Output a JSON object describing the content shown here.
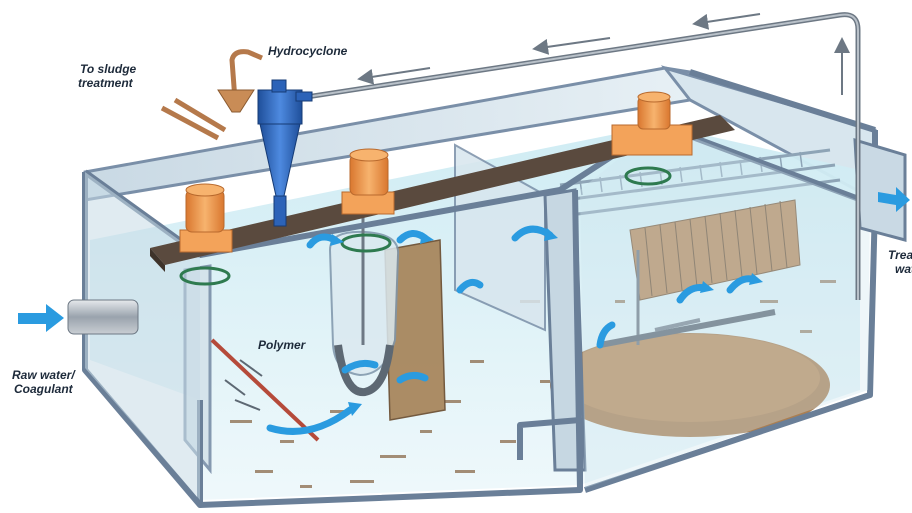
{
  "labels": {
    "hydrocyclone": "Hydrocyclone",
    "sludge_line1": "To sludge",
    "sludge_line2": "treatment",
    "raw_line1": "Raw water/",
    "raw_line2": "Coagulant",
    "polymer": "Polymer",
    "treated_line1": "Treated",
    "treated_line2": "water"
  },
  "colors": {
    "tank_frame": "#7a8fa8",
    "water": "#bfe3ee",
    "beam": "#5a4a3e",
    "motor": "#f3a35a",
    "hydrocyclone": "#2c63b8",
    "flow_arrow": "#2a9be0",
    "sludge": "#a67849",
    "pipe": "#9aa3ad",
    "sludge_pipe": "#b5794b"
  },
  "icons": [
    "flow-arrow-icon",
    "rotation-arrow-icon",
    "motor-icon",
    "hydrocyclone-icon"
  ]
}
